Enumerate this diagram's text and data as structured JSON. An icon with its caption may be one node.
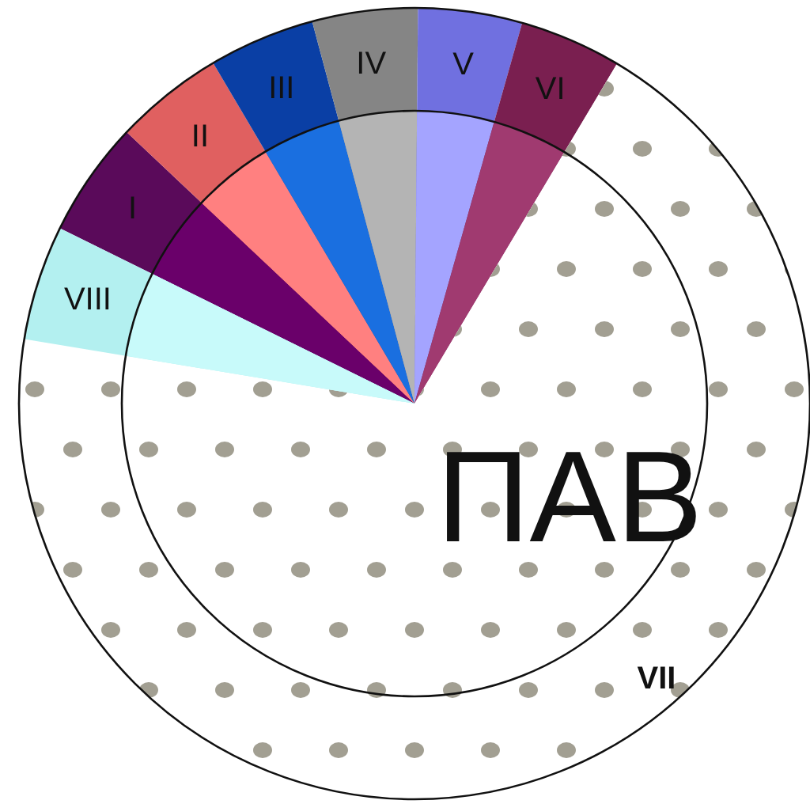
{
  "diagram": {
    "nodes": [
      {
        "text": [
          "I"
        ]
      },
      {
        "text": [
          "II"
        ]
      },
      {
        "text": [
          "III"
        ]
      },
      {
        "text": [
          "IV"
        ]
      },
      {
        "text": [
          "V"
        ]
      },
      {
        "text": [
          "VI"
        ]
      },
      {
        "text": [
          "VII"
        ]
      },
      {
        "text": [
          "VIII"
        ]
      }
    ],
    "labels": [
      "ПАВ"
    ]
  }
}
